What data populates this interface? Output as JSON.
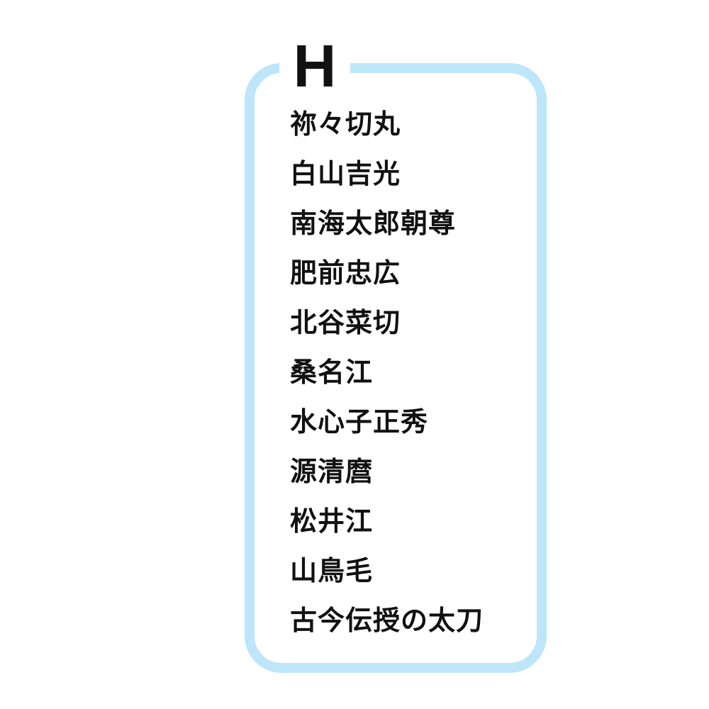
{
  "heading": "H",
  "colors": {
    "frame_border": "#bde6fb",
    "text": "#111111",
    "background": "#ffffff"
  },
  "items": [
    "祢々切丸",
    "白山吉光",
    "南海太郎朝尊",
    "肥前忠広",
    "北谷菜切",
    "桑名江",
    "水心子正秀",
    "源清麿",
    "松井江",
    "山鳥毛",
    "古今伝授の太刀"
  ]
}
